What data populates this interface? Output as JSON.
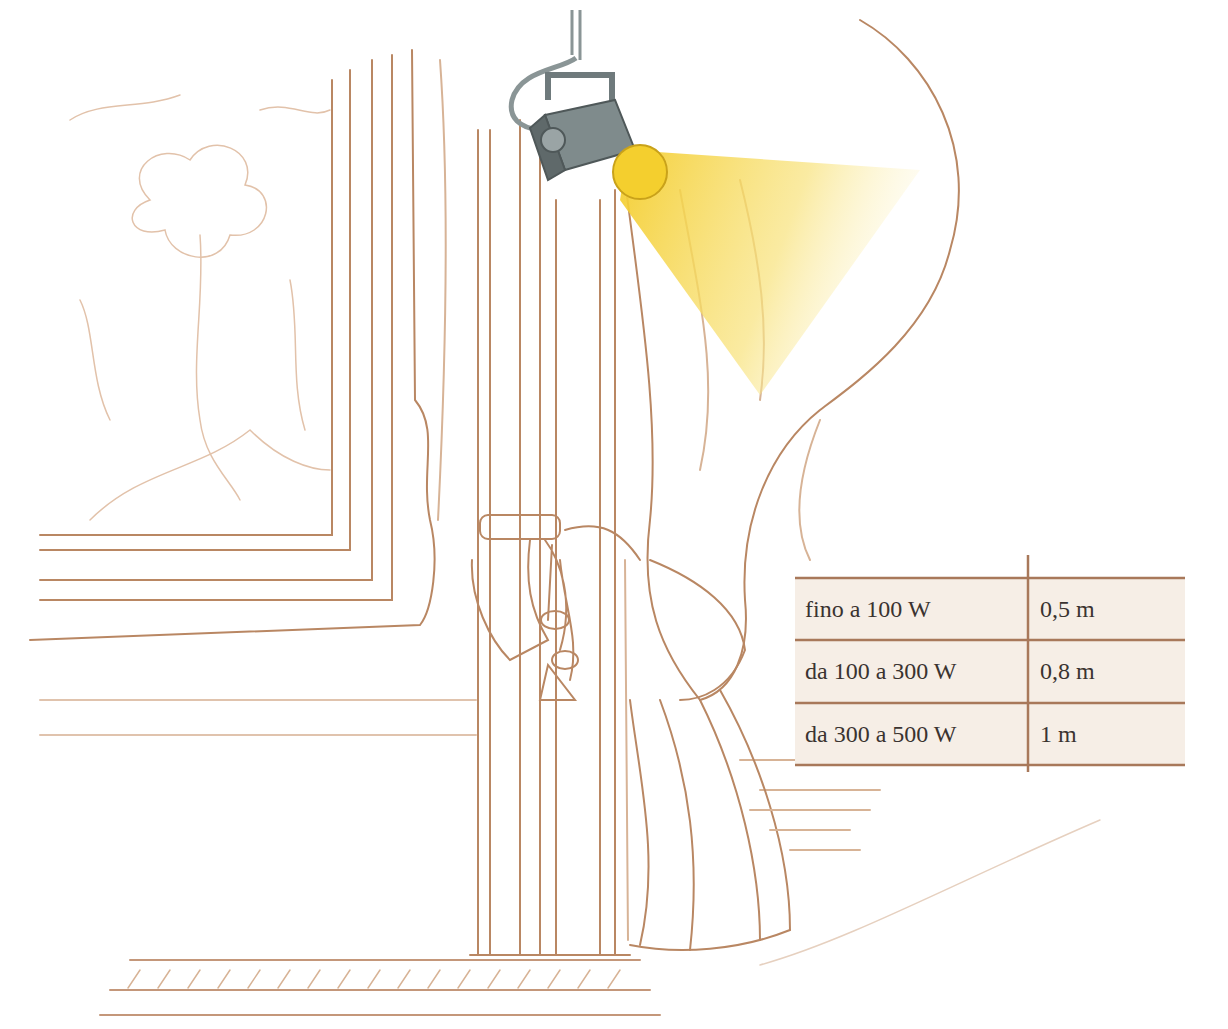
{
  "diagram": {
    "labels": [
      "fino a 100 W",
      "0,5 m",
      "da 100 a 300 W",
      "0,8 m",
      "da 300 a 500 W",
      "1 m"
    ]
  }
}
